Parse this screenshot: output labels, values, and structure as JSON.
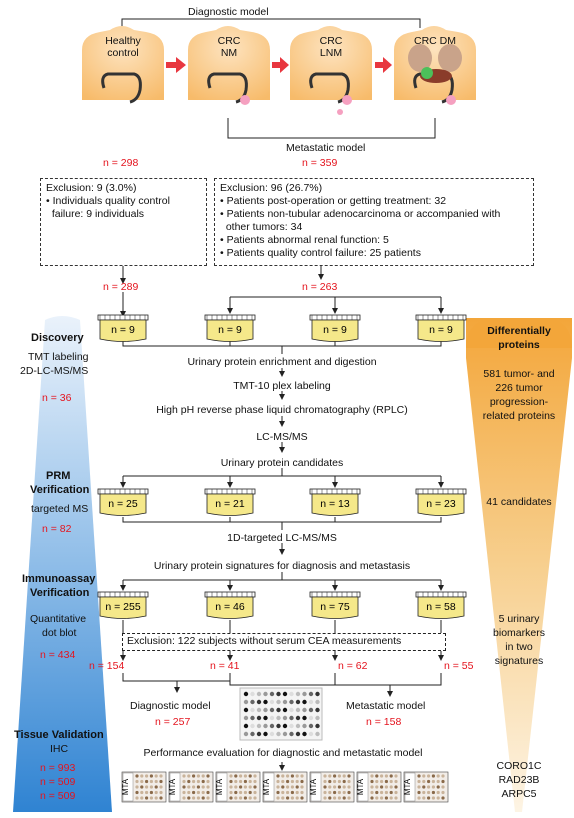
{
  "top": {
    "diagnostic_model": "Diagnostic model",
    "metastatic_model": "Metastatic model",
    "groups": [
      "Healthy\ncontrol",
      "CRC\nNM",
      "CRC\nLNM",
      "CRC DM"
    ]
  },
  "cohort": {
    "n_healthy": "n = 298",
    "n_crc": "n = 359",
    "excl_left": [
      "Exclusion: 9 (3.0%)",
      "• Individuals quality control",
      "  failure: 9 individuals"
    ],
    "excl_right": [
      "Exclusion: 96 (26.7%)",
      "• Patients post-operation or getting treatment: 32",
      "• Patients non-tubular adenocarcinoma or accompanied with",
      "  other tumors: 34",
      "• Patients abnormal renal function: 5",
      "• Patients quality control failure: 25 patients"
    ],
    "n_left_after": "n = 289",
    "n_right_after": "n = 263"
  },
  "discovery": {
    "title": "Discovery",
    "method1": "TMT labeling",
    "method2": "2D-LC-MS/MS",
    "n": "n = 36",
    "jars": [
      "n = 9",
      "n = 9",
      "n = 9",
      "n = 9"
    ],
    "steps": [
      "Urinary protein enrichment and digestion",
      "TMT-10 plex labeling",
      "High pH reverse phase liquid chromatography (RPLC)",
      "LC-MS/MS",
      "Urinary protein candidates"
    ]
  },
  "prm": {
    "title1": "PRM",
    "title2": "Verification",
    "method": "targeted MS",
    "n": "n = 82",
    "jars": [
      "n = 25",
      "n = 21",
      "n = 13",
      "n = 23"
    ],
    "steps": [
      "1D-targeted LC-MS/MS",
      "Urinary protein signatures for diagnosis and metastasis"
    ]
  },
  "immuno": {
    "title1": "Immunoassay",
    "title2": "Verification",
    "method1": "Quantitative",
    "method2": "dot blot",
    "n": "n = 434",
    "jars": [
      "n = 255",
      "n = 46",
      "n = 75",
      "n = 58"
    ],
    "exclusion": "Exclusion: 122 subjects without serum CEA measurements",
    "after": [
      "n = 154",
      "n = 41",
      "n = 62",
      "n = 55"
    ],
    "diag_label": "Diagnostic model",
    "diag_n": "n = 257",
    "meta_label": "Metastatic model",
    "meta_n": "n = 158",
    "perf": "Performance evaluation for diagnostic and metastatic model"
  },
  "tissue": {
    "title": "Tissue Validation",
    "method": "IHC",
    "n": [
      "n = 993",
      "n = 509",
      "n = 509"
    ],
    "tma_label": "MTA"
  },
  "right": {
    "title1": "Differentially",
    "title2": "proteins",
    "p1": [
      "581 tumor- and",
      "226 tumor",
      "progression-",
      "related proteins"
    ],
    "p2": "41 candidates",
    "p3": [
      "5 urinary",
      "biomarkers",
      "in two",
      "signatures"
    ],
    "p4": [
      "CORO1C",
      "RAD23B",
      "ARPC5"
    ]
  },
  "colors": {
    "red": "#e4141e",
    "jar": "#f5e88a",
    "blue": "#3e8fd6",
    "orange": "#f3b24a"
  }
}
